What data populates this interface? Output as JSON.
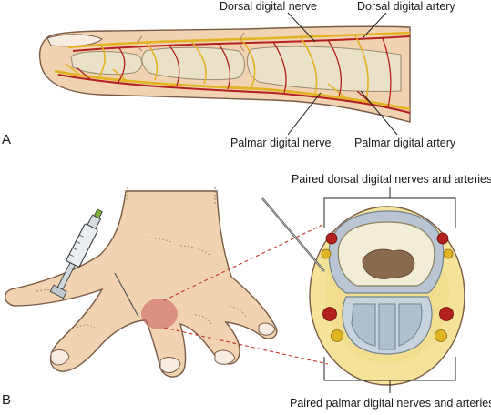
{
  "panels": {
    "a": "A",
    "b": "B"
  },
  "labels": {
    "dorsal_nerve": "Dorsal digital nerve",
    "dorsal_artery": "Dorsal digital artery",
    "palmar_nerve": "Palmar digital nerve",
    "palmar_artery": "Palmar digital artery",
    "paired_dorsal": "Paired dorsal digital nerves and arteries",
    "paired_palmar": "Paired palmar digital nerves and arteries"
  },
  "colors": {
    "skin": "#f1d3b2",
    "skin_outline": "#7a5a45",
    "nerve": "#e2b322",
    "artery": "#b3201e",
    "bone": "#e9e2c8",
    "tendon": "#b9c5d2",
    "marrow": "#8a6a4c",
    "injection_site": "#c95a5a",
    "leader": "#222222",
    "projection": "#c0392b"
  }
}
